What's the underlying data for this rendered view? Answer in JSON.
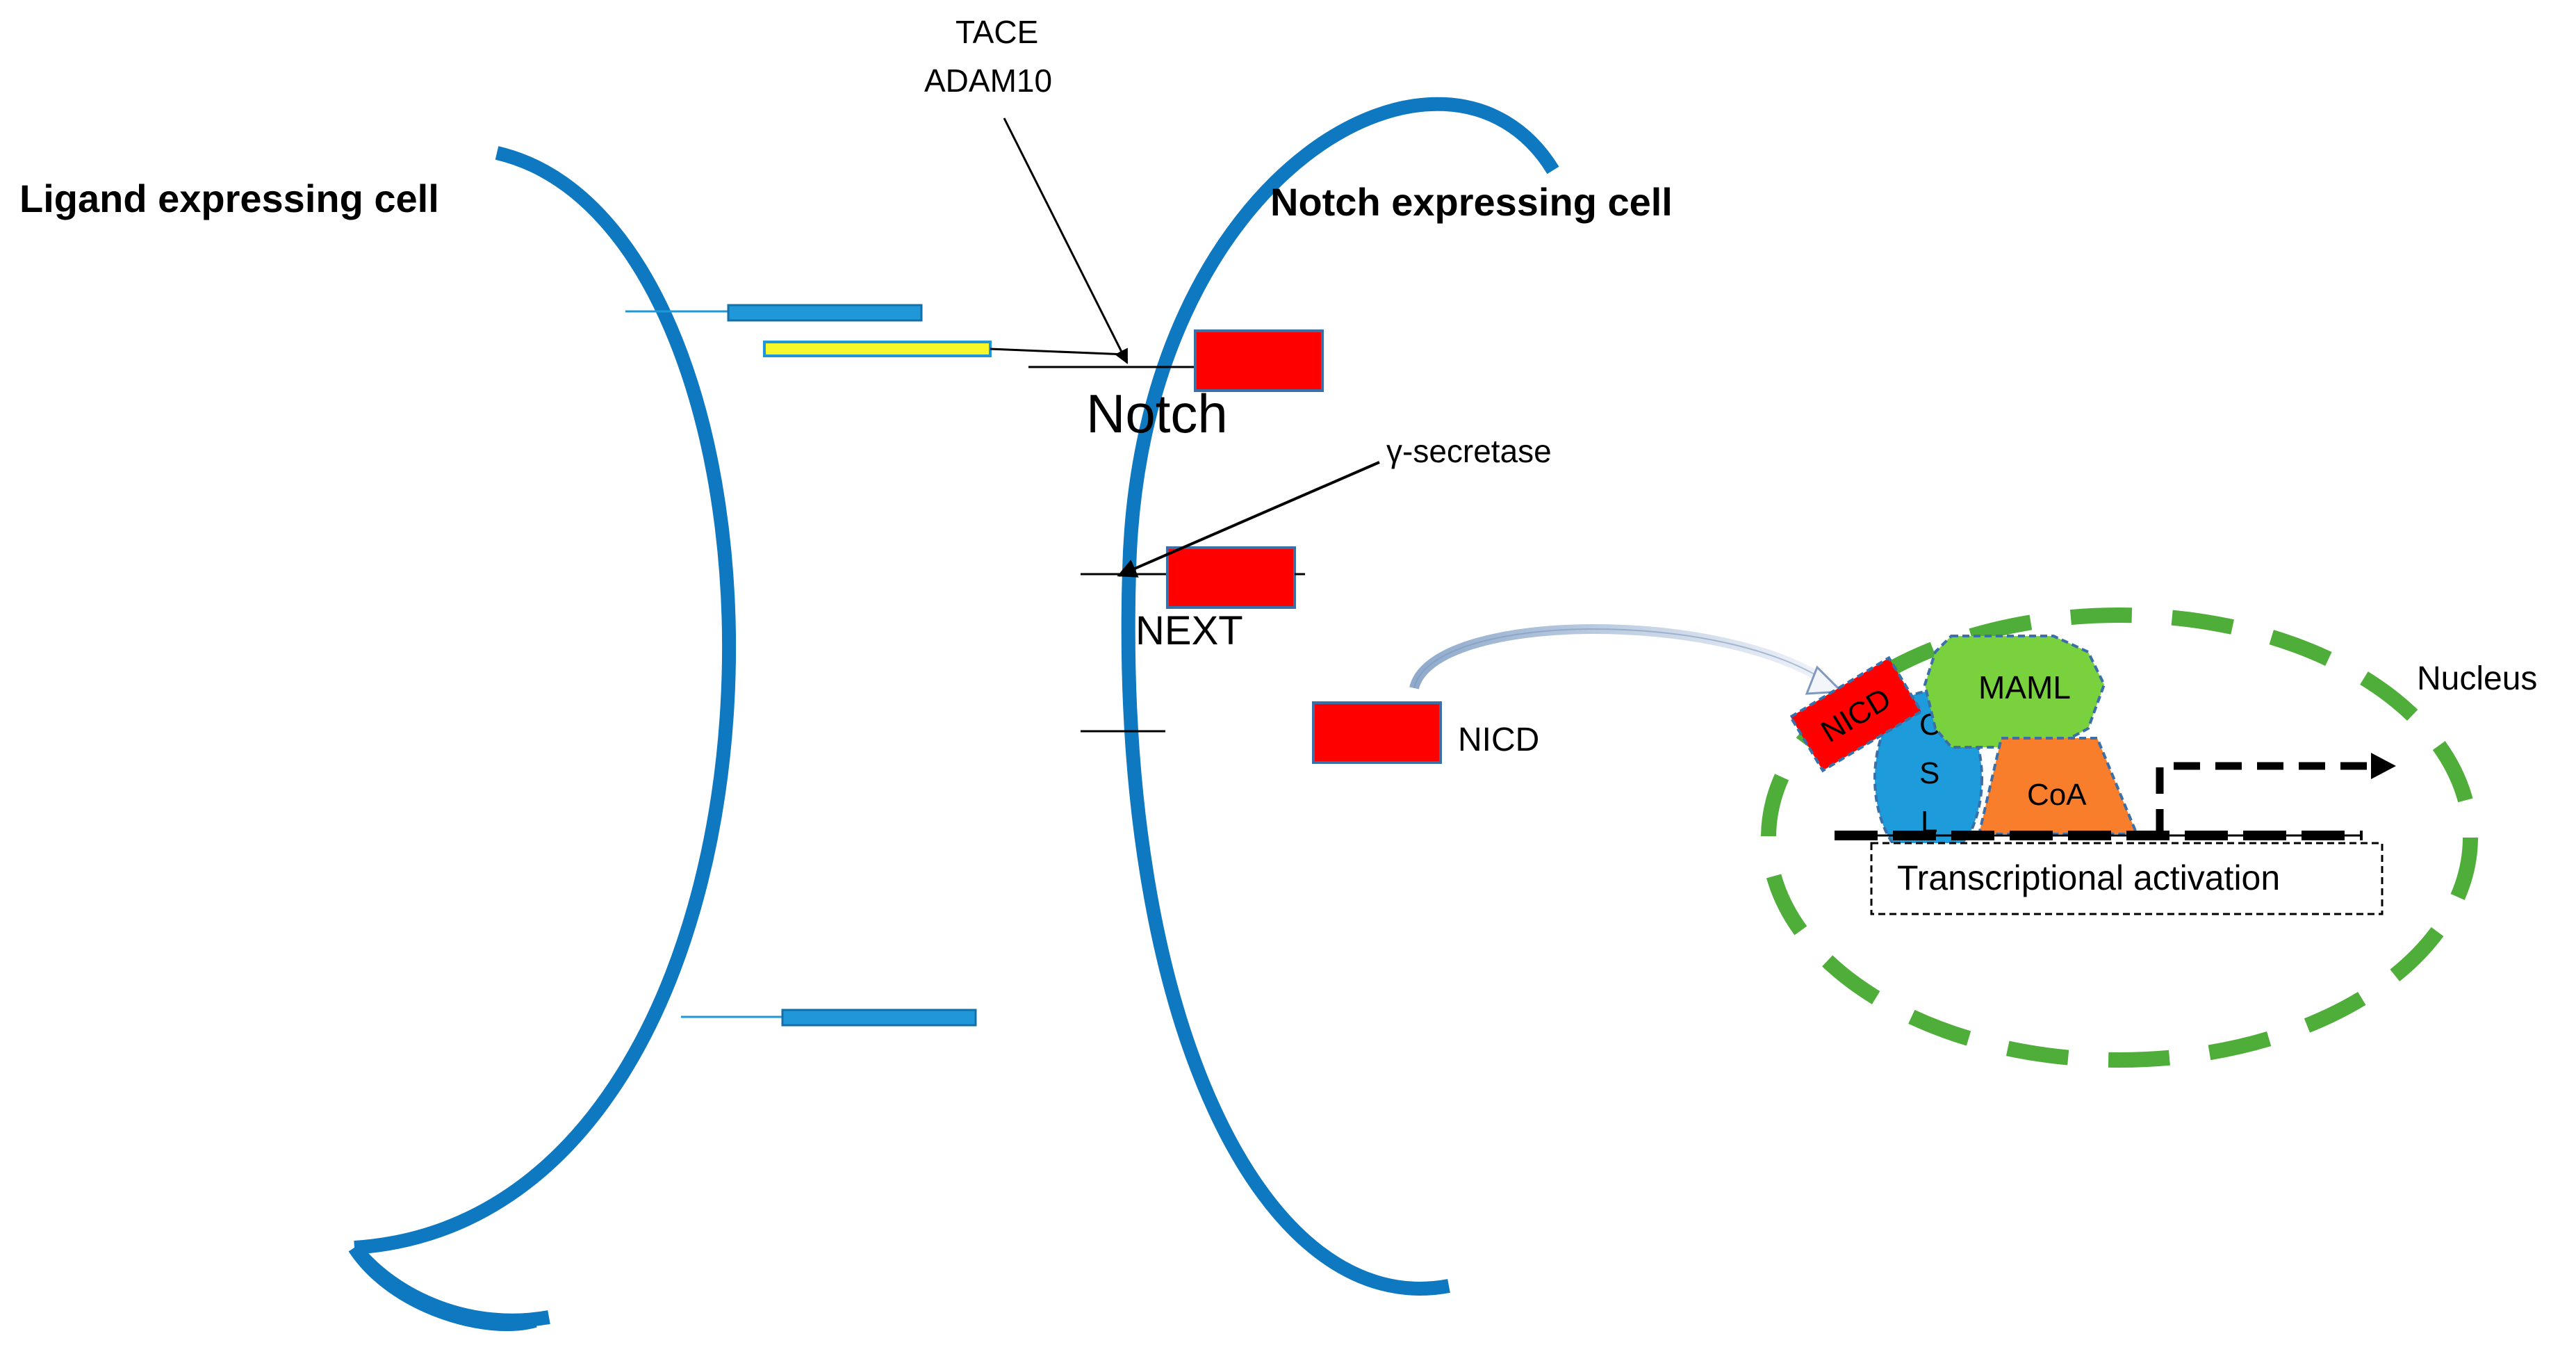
{
  "labels": {
    "ligand_cell": "Ligand expressing cell",
    "notch_cell": "Notch expressing cell",
    "tace": "TACE",
    "adam10": "ADAM10",
    "notch": "Notch",
    "gamma_secretase": "γ-secretase",
    "next": "NEXT",
    "nicd": "NICD",
    "nucleus": "Nucleus",
    "complex_nicd": "NICD",
    "maml": "MAML",
    "csl_c": "C",
    "csl_s": "S",
    "csl_l": "L",
    "coa": "CoA",
    "transcriptional_activation": "Transcriptional activation"
  },
  "colors": {
    "membrane": "#0E78C0",
    "ligand": "#1F97D8",
    "notch_ectodomain": "#F7F72A",
    "notch_box": "#FF0000",
    "nucleus_border": "#4FAE3A",
    "maml": "#79D13D",
    "csl": "#1E9BDB",
    "coa": "#F97E2B",
    "arrow_gradient_light": "#F2F5FA",
    "arrow_gradient_dark": "#8FAACC"
  }
}
